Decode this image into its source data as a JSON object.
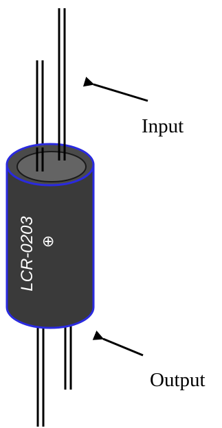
{
  "labels": {
    "input": "Input",
    "output": "Output"
  },
  "component": {
    "part_number": "LCR-0203",
    "polarity_symbol": "⊕"
  },
  "colors": {
    "body": "#3a3a3a",
    "body_outline": "#2a2adf",
    "top_face": "#5a5a5a",
    "top_inner": "#6a6a6a",
    "lead": "#000000",
    "arrow": "#000000"
  },
  "icons": {
    "input_arrow": "arrow-left-icon",
    "output_arrow": "arrow-left-icon"
  }
}
